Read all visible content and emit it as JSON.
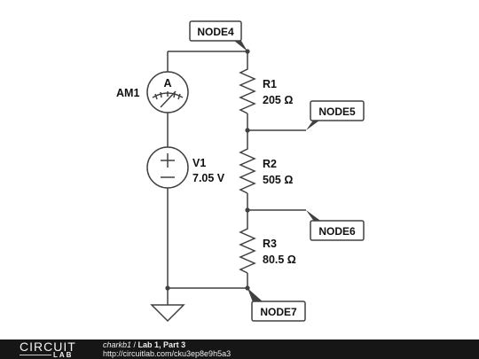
{
  "schematic": {
    "nodes": {
      "node4": "NODE4",
      "node5": "NODE5",
      "node6": "NODE6",
      "node7": "NODE7"
    },
    "components": {
      "ammeter": {
        "name": "AM1",
        "symbol": "A"
      },
      "source": {
        "name": "V1",
        "value": "7.05 V"
      },
      "r1": {
        "name": "R1",
        "value": "205 Ω"
      },
      "r2": {
        "name": "R2",
        "value": "505 Ω"
      },
      "r3": {
        "name": "R3",
        "value": "80.5 Ω"
      }
    }
  },
  "footer": {
    "logo_top": "CIRCUIT",
    "logo_bottom": "LAB",
    "author": "charkb1",
    "separator": " / ",
    "title": "Lab 1, Part 3",
    "url": "http://circuitlab.com/cku3ep8e9h5a3"
  },
  "colors": {
    "wire": "#404040",
    "footer_bg": "#161616"
  }
}
